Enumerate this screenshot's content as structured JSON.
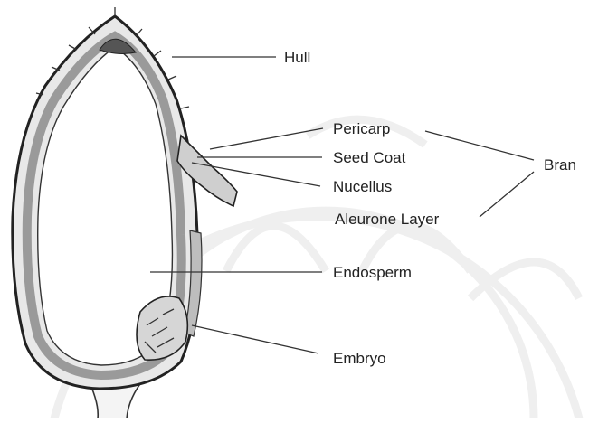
{
  "diagram": {
    "labels": {
      "hull": "Hull",
      "pericarp": "Pericarp",
      "seed_coat": "Seed Coat",
      "nucellus": "Nucellus",
      "aleurone_layer": "Aleurone Layer",
      "endosperm": "Endosperm",
      "embryo": "Embryo",
      "bran": "Bran"
    },
    "colors": {
      "ink": "#222222",
      "hull_fill": "#e8e8e8",
      "bran_band": "#9a9a9a",
      "watermark": "#efefef"
    }
  }
}
